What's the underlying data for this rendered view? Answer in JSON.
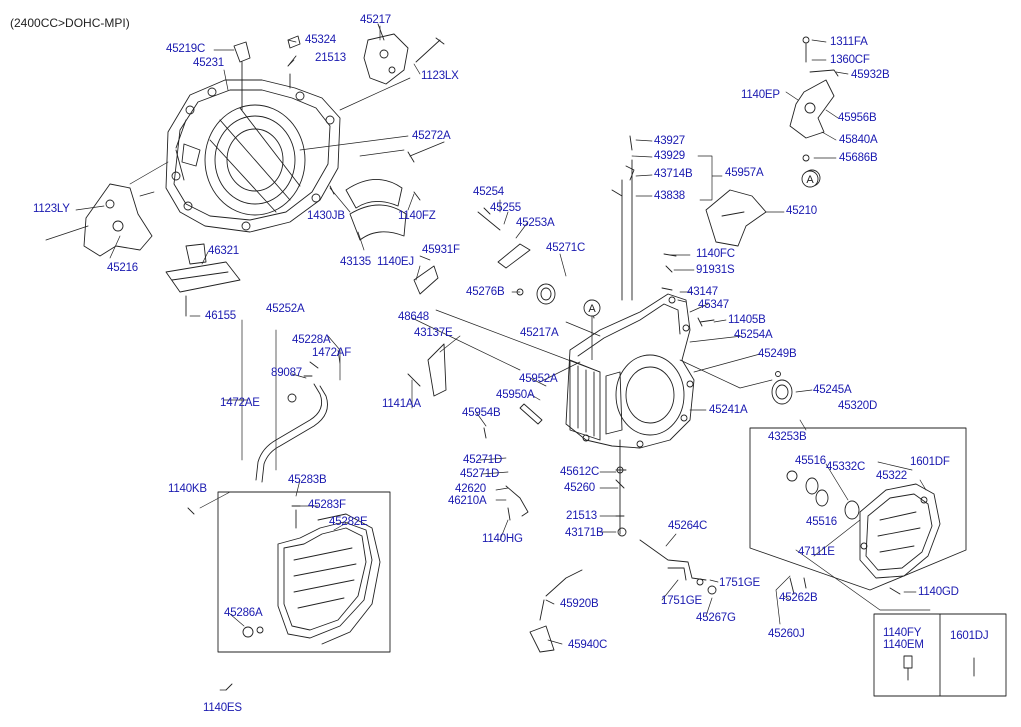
{
  "header": {
    "engine": "(2400CC>DOHC-MPI)"
  },
  "colors": {
    "label": "#1a1ab0",
    "line": "#222222"
  },
  "ref_mark": "A",
  "parts": [
    {
      "no": "45217"
    },
    {
      "no": "45324"
    },
    {
      "no": "45219C"
    },
    {
      "no": "21513"
    },
    {
      "no": "45231"
    },
    {
      "no": "1123LX"
    },
    {
      "no": "45272A"
    },
    {
      "no": "1123LY"
    },
    {
      "no": "1430JB"
    },
    {
      "no": "1140FZ"
    },
    {
      "no": "43135"
    },
    {
      "no": "45216"
    },
    {
      "no": "46321"
    },
    {
      "no": "46155"
    },
    {
      "no": "1311FA"
    },
    {
      "no": "1360CF"
    },
    {
      "no": "45932B"
    },
    {
      "no": "1140EP"
    },
    {
      "no": "45956B"
    },
    {
      "no": "45840A"
    },
    {
      "no": "45686B"
    },
    {
      "no": "43927"
    },
    {
      "no": "43929"
    },
    {
      "no": "43714B"
    },
    {
      "no": "45957A"
    },
    {
      "no": "43838"
    },
    {
      "no": "45210"
    },
    {
      "no": "45254"
    },
    {
      "no": "45255"
    },
    {
      "no": "45253A"
    },
    {
      "no": "45271C"
    },
    {
      "no": "1140FC"
    },
    {
      "no": "91931S"
    },
    {
      "no": "1140EJ"
    },
    {
      "no": "45931F"
    },
    {
      "no": "45276B"
    },
    {
      "no": "43147"
    },
    {
      "no": "45347"
    },
    {
      "no": "45217A"
    },
    {
      "no": "11405B"
    },
    {
      "no": "48648"
    },
    {
      "no": "43137E"
    },
    {
      "no": "45254A"
    },
    {
      "no": "45249B"
    },
    {
      "no": "45252A"
    },
    {
      "no": "45228A"
    },
    {
      "no": "1472AF"
    },
    {
      "no": "89087"
    },
    {
      "no": "45952A"
    },
    {
      "no": "45950A"
    },
    {
      "no": "45245A"
    },
    {
      "no": "1141AA"
    },
    {
      "no": "1472AE"
    },
    {
      "no": "45954B"
    },
    {
      "no": "45241A"
    },
    {
      "no": "45320D"
    },
    {
      "no": "43253B"
    },
    {
      "no": "45516"
    },
    {
      "no": "45332C"
    },
    {
      "no": "1601DF"
    },
    {
      "no": "45322"
    },
    {
      "no": "45271D"
    },
    {
      "no": "45271D"
    },
    {
      "no": "45612C"
    },
    {
      "no": "45260"
    },
    {
      "no": "42620"
    },
    {
      "no": "46210A"
    },
    {
      "no": "45283B"
    },
    {
      "no": "1140KB"
    },
    {
      "no": "45283F"
    },
    {
      "no": "45282E"
    },
    {
      "no": "21513"
    },
    {
      "no": "43171B"
    },
    {
      "no": "1140HG"
    },
    {
      "no": "45516"
    },
    {
      "no": "45264C"
    },
    {
      "no": "47111E"
    },
    {
      "no": "1751GE"
    },
    {
      "no": "1751GE"
    },
    {
      "no": "45920B"
    },
    {
      "no": "45262B"
    },
    {
      "no": "1140GD"
    },
    {
      "no": "45286A"
    },
    {
      "no": "45267G"
    },
    {
      "no": "45260J"
    },
    {
      "no": "45940C"
    },
    {
      "no": "1140ES"
    }
  ],
  "legend": {
    "left": [
      "1140FY",
      "1140EM"
    ],
    "right": "1601DJ"
  }
}
